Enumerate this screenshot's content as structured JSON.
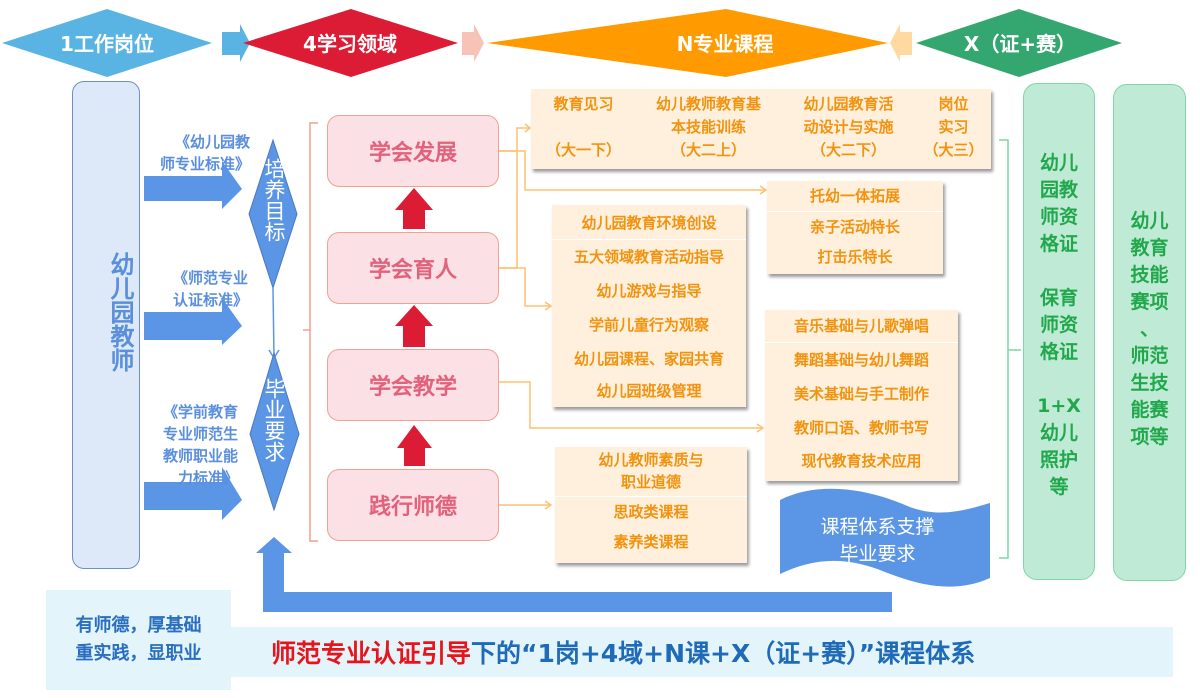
{
  "header": {
    "stages": [
      {
        "label": "1工作岗位",
        "color": "#5ab4e3"
      },
      {
        "label": "4学习领域",
        "color": "#dc1c35"
      },
      {
        "label": "N专业课程",
        "color": "#ff9a00"
      },
      {
        "label": "X（证+赛）",
        "color": "#34a670"
      }
    ],
    "connector_arrow_colors": [
      "#5ab4e3",
      "#f6c3b6",
      "#ffd9a0"
    ]
  },
  "job_position": {
    "label": "幼儿园教师"
  },
  "standards": [
    {
      "label": "《幼儿园教师专业标准》",
      "line1": "《幼儿园教",
      "line2": "师专业标准》"
    },
    {
      "label": "《师范专业认证标准》",
      "line1": "《师范专业",
      "line2": "认证标准》"
    },
    {
      "label": "《学前教育专业师范生教师职业能力标准》",
      "line1": "《学前教育",
      "line2": "专业师范生",
      "line3": "教师职业能",
      "line4": "力标准》"
    }
  ],
  "goals": {
    "training_objective": "培养目标",
    "graduation_requirement": "毕业要求"
  },
  "domains": [
    {
      "label": "学会发展"
    },
    {
      "label": "学会育人"
    },
    {
      "label": "学会教学"
    },
    {
      "label": "践行师德"
    }
  ],
  "courses": {
    "practice": [
      {
        "name": "教育见习",
        "name2": "",
        "term": "（大一下）"
      },
      {
        "name": "幼儿教师教育基",
        "name2": "本技能训练",
        "term": "（大二上）"
      },
      {
        "name": "幼儿园教育活",
        "name2": "动设计与实施",
        "term": "（大二下）"
      },
      {
        "name": "岗位",
        "name2": "实习",
        "term": "（大三）"
      }
    ],
    "development_extension": [
      "托幼一体拓展",
      "亲子活动特长",
      "打击乐特长"
    ],
    "education_people": [
      "幼儿园教育环境创设",
      "五大领域教育活动指导",
      "幼儿游戏与指导",
      "学前儿童行为观察",
      "幼儿园课程、家园共育",
      "幼儿园班级管理"
    ],
    "teaching_skills": [
      "音乐基础与儿歌弹唱",
      "舞蹈基础与幼儿舞蹈",
      "美术基础与手工制作",
      "教师口语、教师书写",
      "现代教育技术应用"
    ],
    "ethics": {
      "first_line1": "幼儿教师素质与",
      "first_line2": "职业道德",
      "others": [
        "思政类课程",
        "素养类课程"
      ]
    }
  },
  "support_banner": {
    "line1": "课程体系支撑",
    "line2": "毕业要求"
  },
  "certificates": {
    "lines": [
      "幼儿",
      "园教",
      "师资",
      "格证",
      "",
      "保育",
      "师资",
      "格证",
      "",
      "1+X",
      "幼儿",
      "照护",
      "等"
    ]
  },
  "competitions": {
    "lines": [
      "幼儿",
      "教育",
      "技能",
      "赛项",
      "、",
      "师范",
      "生技",
      "能赛",
      "项等"
    ]
  },
  "motto": {
    "line1": "有师德，厚基础",
    "line2": "重实践，显职业"
  },
  "title": {
    "red_part": "师范专业认证引导",
    "blue_part": "下的“1岗+4域+N课+X（证+赛）”课程体系"
  },
  "colors": {
    "blue_arrow": "#5b95e5",
    "red_arrow": "#dc1c35",
    "connector": "#ffc070",
    "bracket_red": "#f1a291",
    "bracket_green": "#7fd6a6"
  }
}
